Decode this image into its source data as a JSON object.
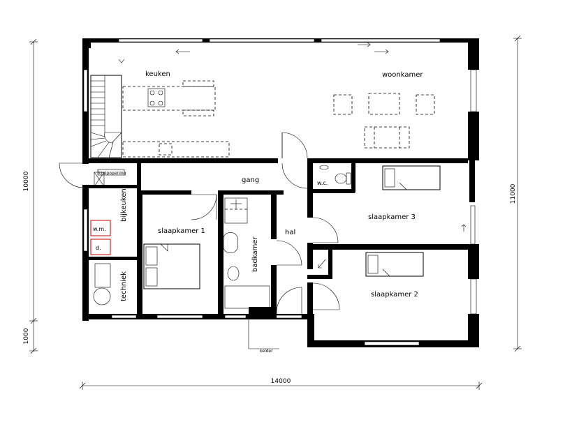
{
  "rooms": {
    "keuken": "keuken",
    "woonkamer": "woonkamer",
    "gang": "gang",
    "wc": "w.c.",
    "bijkeuken": "bijkeuken",
    "slaapkamer1": "slaapkamer  1",
    "badkamer": "badkamer",
    "hal": "hal",
    "slaapkamer3": "slaapkamer 3",
    "slaapkamer2": "slaapkamer 2",
    "techniek": "techniek"
  },
  "fixtures": {
    "kruipopening": "kruipopening",
    "wm": "w.m.",
    "droger": "d.",
    "small_note": "kelder"
  },
  "dimensions": {
    "left_main": "10000",
    "left_small": "1000",
    "right_main": "11000",
    "bottom": "14000"
  },
  "colors": {
    "wall": "#000000",
    "appliance": "#cc0000"
  }
}
